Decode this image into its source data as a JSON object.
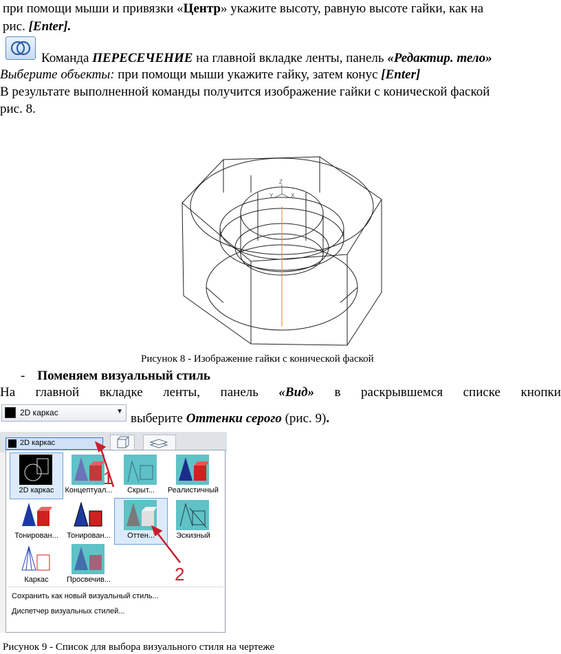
{
  "para1": {
    "line1_a": "при помощи мыши и привязки «",
    "line1_b": "Центр",
    "line1_c": "» укажите высоту, равную высоте гайки, как на",
    "line2_a": "рис. ",
    "line2_b": "[Enter]."
  },
  "para2": {
    "icon_name": "intersect-icon",
    "cmd_a": "Команда ",
    "cmd_b": "ПЕРЕСЕЧЕНИЕ",
    "cmd_c": " на главной вкладке ленты, панель ",
    "cmd_d": "«Редактир. тело»",
    "sel_a": "Выберите объекты:",
    "sel_b": " при помощи мыши укажите гайку, затем конус ",
    "sel_c": "[Enter]",
    "res_line1": "В результате выполненной команды получится изображение гайки с конической фаской",
    "res_line2": "рис. 8."
  },
  "figure8": {
    "caption": "Рисунок 8 - Изображение гайки с конической фаской",
    "axis_labels": [
      "Z",
      "Y",
      "X"
    ]
  },
  "section": {
    "bullet": "-",
    "title": "Поменяем визуальный стиль"
  },
  "para3": {
    "words": [
      "На",
      "главной",
      "вкладке",
      "ленты,",
      "панель",
      "«Вид»",
      "в",
      "раскрывшемся",
      "списке",
      "кнопки"
    ],
    "combo_value": "2D каркас",
    "after_a": " выберите ",
    "after_b": "Оттенки серого",
    "after_c": " (рис. 9)",
    "after_d": "."
  },
  "figure9": {
    "combo_value": "2D каркас",
    "tiles": [
      {
        "label": "2D каркас",
        "icon": "wireframe-2d-icon"
      },
      {
        "label": "Концептуал...",
        "icon": "conceptual-style-icon"
      },
      {
        "label": "Скрыт...",
        "icon": "hidden-style-icon"
      },
      {
        "label": "Реалистичный",
        "icon": "realistic-style-icon"
      },
      {
        "label": "Тонирован...",
        "icon": "shaded-style-icon"
      },
      {
        "label": "Тонирован...",
        "icon": "shaded-edges-style-icon"
      },
      {
        "label": "Оттен...",
        "icon": "shades-of-gray-style-icon"
      },
      {
        "label": "Эскизный",
        "icon": "sketchy-style-icon"
      },
      {
        "label": "Каркас",
        "icon": "wireframe-style-icon"
      },
      {
        "label": "Просвечив...",
        "icon": "xray-style-icon"
      }
    ],
    "menu_save": "Сохранить как новый визуальный стиль...",
    "menu_manager": "Диспетчер визуальных стилей...",
    "callout1": "1",
    "callout2": "2",
    "caption": "Рисунок 9 - Список для выбора визуального стиля на чертеже"
  },
  "colors": {
    "accent_red": "#c7202c",
    "tile_bg": "#5ec2c6",
    "selection_blue": "#dcebfb"
  }
}
